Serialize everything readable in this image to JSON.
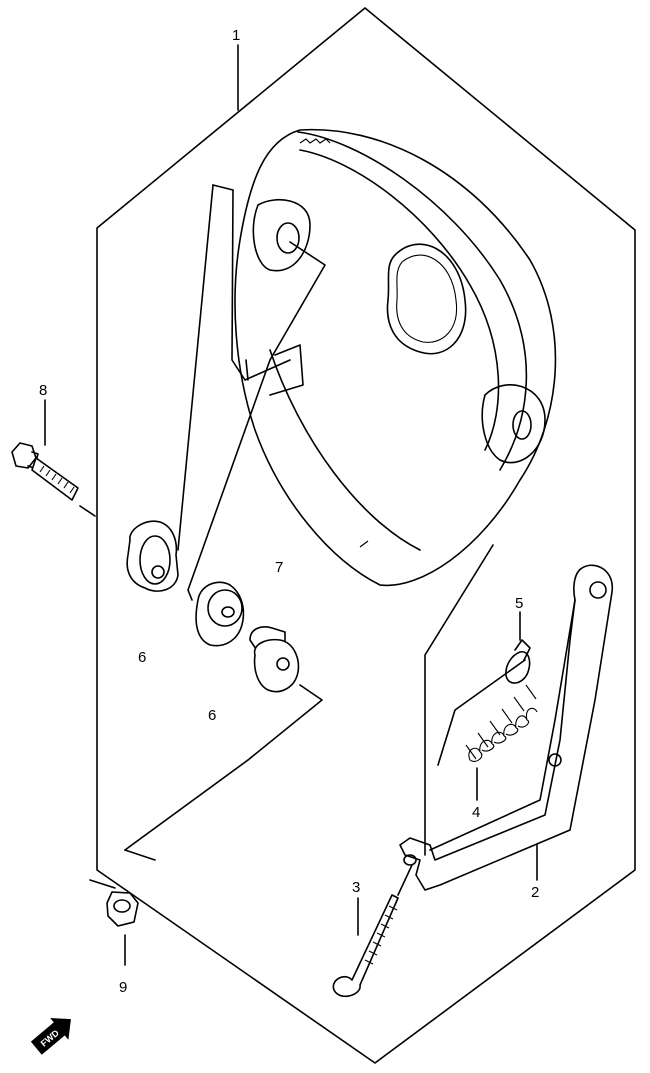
{
  "callouts": {
    "c1": "1",
    "c2": "2",
    "c3": "3",
    "c4": "4",
    "c5": "5",
    "c6a": "6",
    "c6b": "6",
    "c7": "7",
    "c8": "8",
    "c9": "9"
  },
  "fwd_label": "FWD",
  "colors": {
    "line": "#000000",
    "background": "#ffffff"
  }
}
